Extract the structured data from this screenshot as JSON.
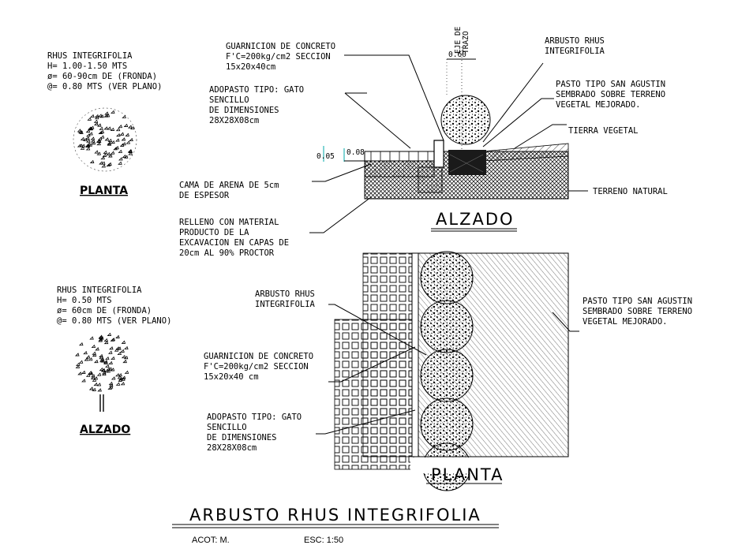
{
  "left_top": {
    "lines": [
      "RHUS INTEGRIFOLIA",
      "H= 1.00-1.50 MTS",
      "ø= 60-90cm DE (FRONDA)",
      "@= 0.80 MTS (VER PLANO)"
    ],
    "caption": "PLANTA"
  },
  "left_bottom": {
    "lines": [
      "RHUS INTEGRIFOLIA",
      "H= 0.50 MTS",
      "ø= 60cm DE (FRONDA)",
      "@= 0.80 MTS (VER PLANO)"
    ],
    "caption": "ALZADO"
  },
  "alzado": {
    "guarnicion": [
      "GUARNICION DE CONCRETO",
      "F'C=200kg/cm2 SECCION",
      "15x20x40cm"
    ],
    "adopasto": [
      "ADOPASTO TIPO: GATO",
      "SENCILLO",
      "DE DIMENSIONES",
      "28X28X08cm"
    ],
    "cama": [
      "CAMA DE ARENA DE 5cm",
      "DE ESPESOR"
    ],
    "relleno": [
      "RELLENO CON MATERIAL",
      "PRODUCTO DE LA",
      "EXCAVACION EN CAPAS DE",
      "20cm AL 90% PROCTOR"
    ],
    "arbusto": [
      "ARBUSTO RHUS",
      "INTEGRIFOLIA"
    ],
    "pasto": [
      "PASTO TIPO SAN AGUSTIN",
      "SEMBRADO SOBRE  TERRENO",
      "VEGETAL MEJORADO."
    ],
    "tierra": "TIERRA VEGETAL",
    "terreno": "TERRENO NATURAL",
    "eje": [
      "EJE DE",
      "TRAZO"
    ],
    "dim_060": "0.60",
    "dim_005": "0.05",
    "dim_008": "0.08",
    "caption": "ALZADO"
  },
  "planta": {
    "arbusto": [
      "ARBUSTO RHUS",
      "INTEGRIFOLIA"
    ],
    "guarnicion": [
      "GUARNICION DE CONCRETO",
      "F'C=200kg/cm2 SECCION",
      "15x20x40 cm"
    ],
    "adopasto": [
      "ADOPASTO TIPO: GATO",
      "SENCILLO",
      "DE DIMENSIONES",
      "28X28X08cm"
    ],
    "pasto": [
      "PASTO TIPO SAN AGUSTIN",
      "SEMBRADO SOBRE TERRENO",
      "VEGETAL MEJORADO."
    ],
    "caption": "PLANTA"
  },
  "footer": {
    "title": "ARBUSTO RHUS INTEGRIFOLIA",
    "acot": "ACOT: M.",
    "esc": "ESC: 1:50"
  }
}
